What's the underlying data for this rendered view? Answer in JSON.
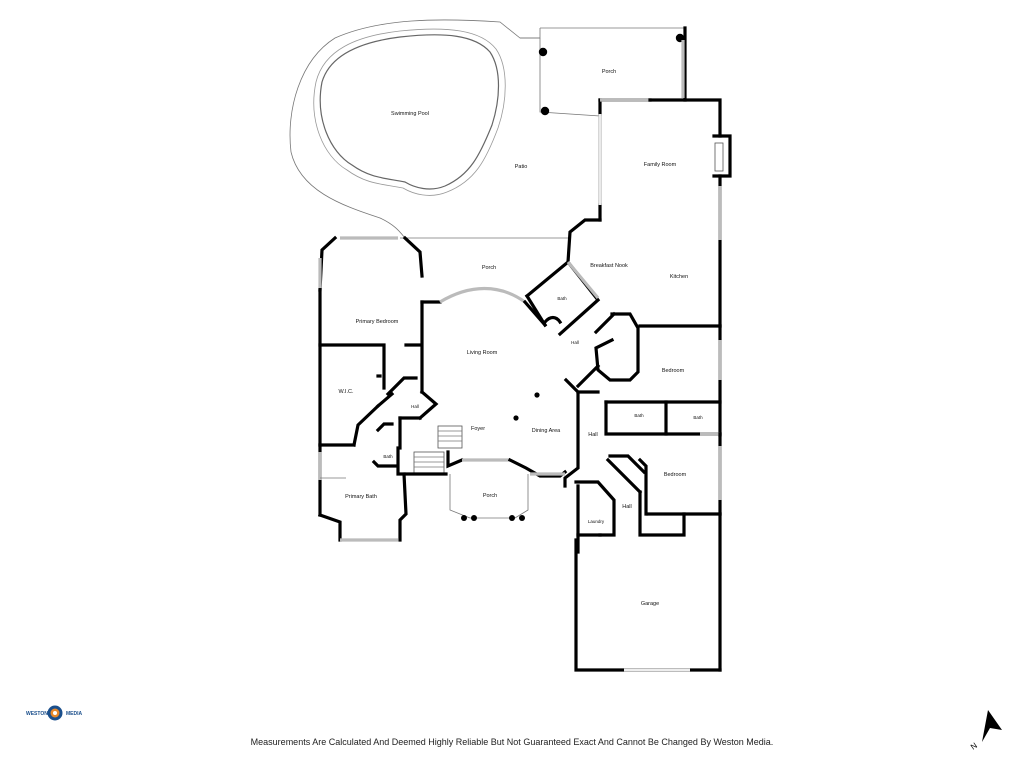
{
  "rooms": {
    "swimming_pool": "Swimming Pool",
    "porch_top": "Porch",
    "patio": "Patio",
    "family_room": "Family Room",
    "porch_middle": "Porch",
    "breakfast_nook": "Breakfast Nook",
    "kitchen": "Kitchen",
    "bath_center": "Bath",
    "primary_bedroom": "Primary Bedroom",
    "living_room": "Living Room",
    "hall_center": "Hall",
    "bedroom_right_top": "Bedroom",
    "wic": "W.I.C.",
    "hall_small": "Hall",
    "bath_right_1": "Bath",
    "bath_right_2": "Bath",
    "foyer": "Foyer",
    "dining_area": "Dining Area",
    "hall_vertical": "Hall",
    "bath_small": "Bath",
    "bedroom_right_bottom": "Bedroom",
    "primary_bath": "Primary Bath",
    "porch_front": "Porch",
    "hall_lower": "Hall",
    "laundry": "Laundry",
    "garage": "Garage"
  },
  "logo": {
    "left_text": "WESTON",
    "right_text": "MEDIA"
  },
  "footer_text": "Measurements Are Calculated And Deemed Highly Reliable But Not Guaranteed Exact And Cannot Be Changed By Weston Media.",
  "compass": {
    "label": "N"
  },
  "colors": {
    "wall": "#000000",
    "window": "#bbbbbb",
    "logo_blue": "#1b4f8c",
    "logo_orange": "#e8882a"
  }
}
